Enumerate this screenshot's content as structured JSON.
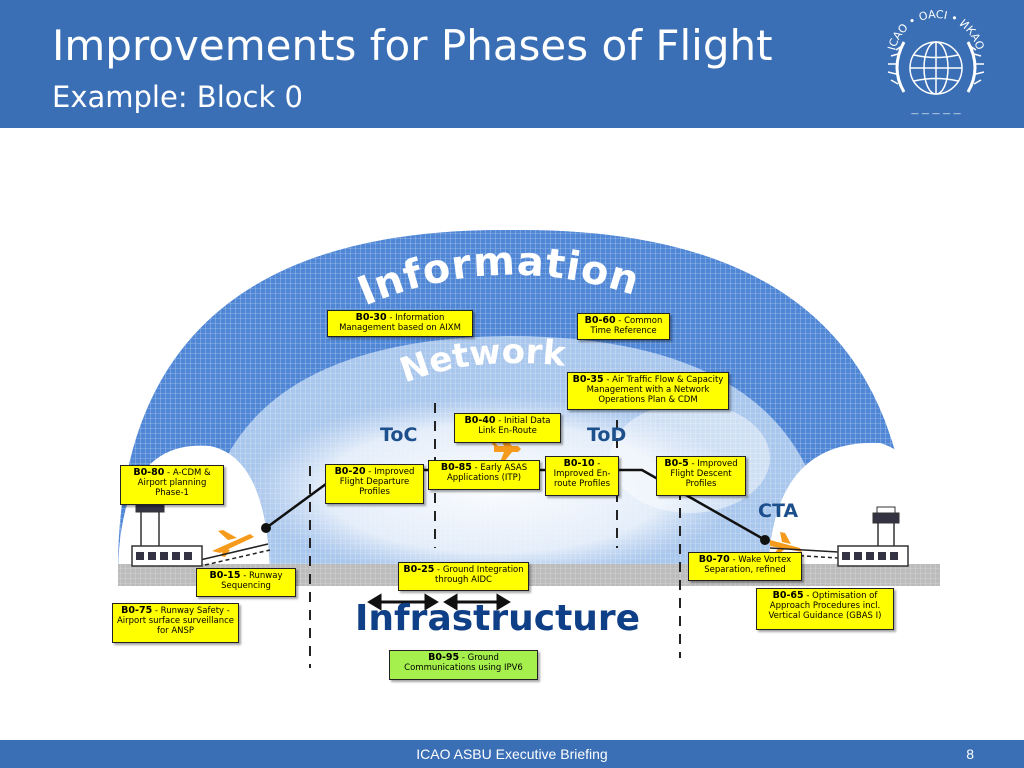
{
  "header": {
    "title": "Improvements for Phases of Flight",
    "subtitle": "Example: Block 0",
    "logo_text": "ICAO • OACI • ИКАО"
  },
  "diagram": {
    "labels": {
      "information": "Information",
      "network": "Network",
      "infrastructure": "Infrastructure",
      "toc": "ToC",
      "tod": "ToD",
      "cta": "CTA"
    },
    "modules": [
      {
        "code": "B0-30",
        "text": "Information Management based on AIXM",
        "color": "yellow"
      },
      {
        "code": "B0-60",
        "text": "Common Time Reference",
        "color": "yellow"
      },
      {
        "code": "B0-35",
        "text": "Air Traffic Flow & Capacity Management with a Network Operations Plan & CDM",
        "color": "yellow"
      },
      {
        "code": "B0-40",
        "text": "Initial Data Link En-Route",
        "color": "yellow"
      },
      {
        "code": "B0-80",
        "text": "A-CDM & Airport planning Phase-1",
        "color": "yellow"
      },
      {
        "code": "B0-20",
        "text": "Improved Flight Departure Profiles",
        "color": "yellow"
      },
      {
        "code": "B0-85",
        "text": "Early ASAS Applications (ITP)",
        "color": "yellow"
      },
      {
        "code": "B0-10",
        "text": "Improved En-route Profiles",
        "color": "yellow"
      },
      {
        "code": "B0-5",
        "text": "Improved Flight Descent Profiles",
        "color": "yellow"
      },
      {
        "code": "B0-15",
        "text": "Runway Sequencing",
        "color": "yellow"
      },
      {
        "code": "B0-75",
        "text": "Runway Safety - Airport surface surveillance for ANSP",
        "color": "yellow"
      },
      {
        "code": "B0-25",
        "text": "Ground Integration through AIDC",
        "color": "yellow"
      },
      {
        "code": "B0-95",
        "text": "Ground Communications using IPV6",
        "color": "green"
      },
      {
        "code": "B0-70",
        "text": "Wake Vortex Separation, refined",
        "color": "yellow"
      },
      {
        "code": "B0-65",
        "text": "Optimisation of Approach Procedures incl. Vertical Guidance (GBAS I)",
        "color": "yellow"
      }
    ]
  },
  "footer": {
    "text": "ICAO ASBU Executive Briefing",
    "page": "8"
  },
  "colors": {
    "header": "#3a6fb5",
    "dome": "#4f86d6",
    "module_yellow": "#ffff00",
    "module_green": "#a6f04d",
    "label_blue": "#1c4f8c",
    "infrastructure_text": "#0e3f87"
  }
}
